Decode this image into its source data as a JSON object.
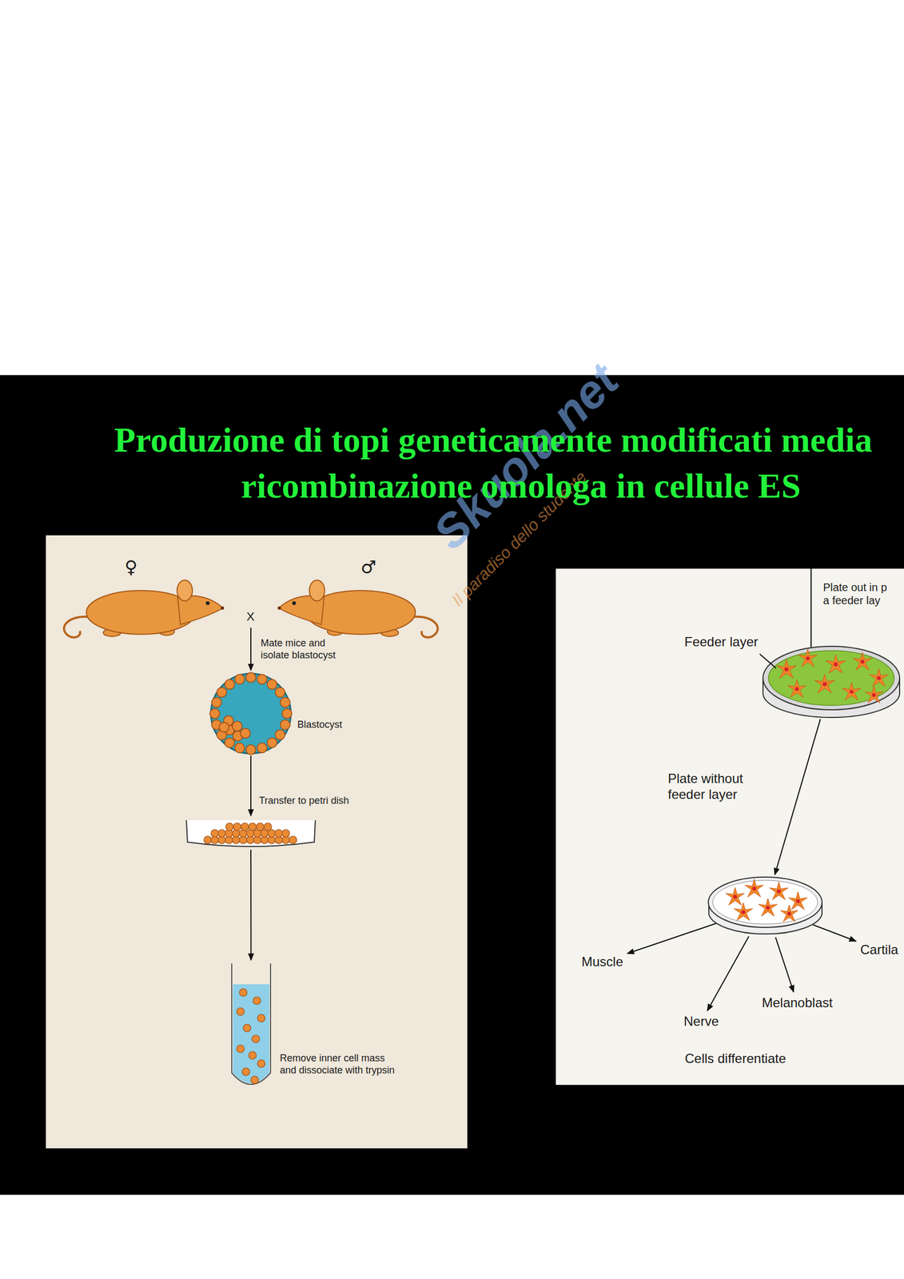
{
  "diagram": {
    "title": "Produzione di topi geneticamente modificati media ricombinazione omologa in cellule ES",
    "nodes": [
      {
        "text": [
          "Blastocyst"
        ]
      },
      {
        "text": [
          "Transfer to petri dish"
        ]
      },
      {
        "text": [
          "Remove inner cell mass and dissociate with trypsin"
        ]
      },
      {
        "text": [
          "Feeder layer"
        ]
      },
      {
        "text": [
          "Plate without feeder layer"
        ]
      },
      {
        "text": [
          "Muscle"
        ]
      },
      {
        "text": [
          "Nerve"
        ]
      },
      {
        "text": [
          "Melanoblast"
        ]
      },
      {
        "text": [
          "Cartila"
        ]
      }
    ],
    "edges": [
      {
        "from": 0,
        "to": 1,
        "arrow": "to"
      },
      {
        "from": 1,
        "to": 2,
        "arrow": "to"
      },
      {
        "from": 3,
        "to": 4,
        "arrow": "to"
      },
      {
        "from": 4,
        "to": 5,
        "arrow": "to"
      },
      {
        "from": 4,
        "to": 6,
        "arrow": "to"
      },
      {
        "from": 4,
        "to": 7,
        "arrow": "to"
      },
      {
        "from": 4,
        "to": 8,
        "arrow": "to"
      }
    ],
    "labels": [
      "Skuola.net",
      "Il paradiso dello studente",
      "♀",
      "♂",
      "X",
      "Mate mice and isolate blastocyst",
      "Plate out in p a feeder lay",
      "Cells differentiate"
    ]
  }
}
